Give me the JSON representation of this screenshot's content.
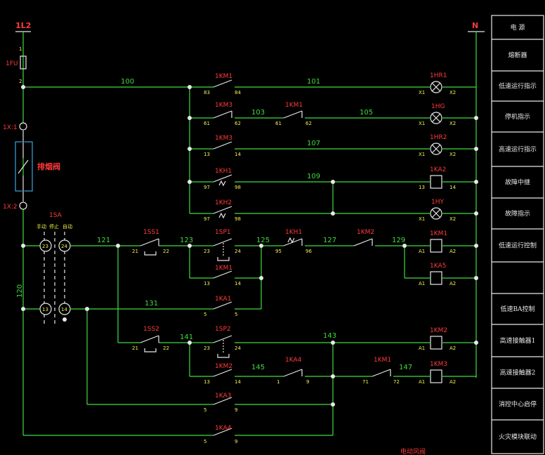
{
  "bus": {
    "left": "1L2",
    "right": "N"
  },
  "fuse": {
    "ref": "1FU",
    "pin_top": "1",
    "pin_bot": "2"
  },
  "terminals": {
    "top": "1X:1",
    "bottom": "1X:2"
  },
  "damper": {
    "label": "排烟阀"
  },
  "selector": {
    "ref": "1SA",
    "pos_manual": "手动",
    "pos_stop": "停止",
    "pos_auto": "自动",
    "c1": "23",
    "c2": "24",
    "c3": "13",
    "c4": "14"
  },
  "wires": {
    "w100": "100",
    "w101": "101",
    "w103": "103",
    "w105": "105",
    "w107": "107",
    "w109": "109",
    "w121": "121",
    "w123": "123",
    "w125": "125",
    "w127": "127",
    "w129": "129",
    "w131": "131",
    "w141": "141",
    "w143": "143",
    "w145": "145",
    "w147": "147",
    "w120": "120"
  },
  "contacts": {
    "r1": {
      "ref": "1KM1",
      "p1": "83",
      "p2": "84"
    },
    "r2a": {
      "ref": "1KM3",
      "p1": "61",
      "p2": "62"
    },
    "r2b": {
      "ref": "1KM1",
      "p1": "61",
      "p2": "62"
    },
    "r3": {
      "ref": "1KM3",
      "p1": "13",
      "p2": "14"
    },
    "r4": {
      "ref": "1KH1",
      "p1": "97",
      "p2": "98"
    },
    "r5": {
      "ref": "1KH2",
      "p1": "97",
      "p2": "98"
    },
    "ss1": {
      "ref": "1SS1",
      "p1": "21",
      "p2": "22"
    },
    "sp1": {
      "ref": "1SP1",
      "p1": "23",
      "p2": "24"
    },
    "kh1": {
      "ref": "1KH1",
      "p1": "95",
      "p2": "96"
    },
    "km2n": {
      "ref": "1KM2",
      "p1": "",
      "p2": ""
    },
    "km1h": {
      "ref": "1KM1",
      "p1": "13",
      "p2": "14"
    },
    "ka1": {
      "ref": "1KA1",
      "p1": "5",
      "p2": "5"
    },
    "ss2": {
      "ref": "1SS2",
      "p1": "21",
      "p2": "22"
    },
    "sp2": {
      "ref": "1SP2",
      "p1": "23",
      "p2": "24"
    },
    "km2h": {
      "ref": "1KM2",
      "p1": "13",
      "p2": "14"
    },
    "ka4": {
      "ref": "1KA4",
      "p1": "1",
      "p2": "9"
    },
    "km1n": {
      "ref": "1KM1",
      "p1": "71",
      "p2": "72"
    },
    "ka3": {
      "ref": "1KA3",
      "p1": "5",
      "p2": "9"
    },
    "ka4b": {
      "ref": "1KA4",
      "p1": "5",
      "p2": "9"
    }
  },
  "loads": {
    "hr1": {
      "ref": "1HR1",
      "p1": "X1",
      "p2": "X2"
    },
    "hg": {
      "ref": "1HG",
      "p1": "X1",
      "p2": "X2"
    },
    "hr2": {
      "ref": "1HR2",
      "p1": "X1",
      "p2": "X2"
    },
    "ka2": {
      "ref": "1KA2",
      "p1": "13",
      "p2": "14"
    },
    "hy": {
      "ref": "1HY",
      "p1": "X1",
      "p2": "X2"
    },
    "km1": {
      "ref": "1KM1",
      "p1": "A1",
      "p2": "A2"
    },
    "ka5": {
      "ref": "1KA5",
      "p1": "A1",
      "p2": "A2"
    },
    "km2": {
      "ref": "1KM2",
      "p1": "A1",
      "p2": "A2"
    },
    "km3": {
      "ref": "1KM3",
      "p1": "A1",
      "p2": "A2"
    }
  },
  "legend": [
    "电 源",
    "熔断器",
    "低速运行指示",
    "停机指示",
    "高速运行指示",
    "故障中继",
    "故障指示",
    "低速运行控制",
    "",
    "低速BA控制",
    "高速接触器1",
    "高速接触器2",
    "消控中心启停",
    "火灾模块联动"
  ],
  "footer": "电动风阀"
}
